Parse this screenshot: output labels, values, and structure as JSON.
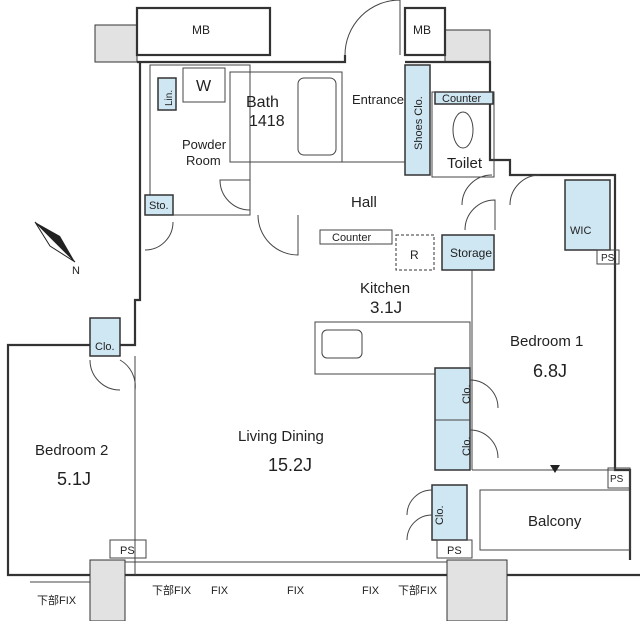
{
  "floor_plan": {
    "rooms": {
      "mb_left": "MB",
      "mb_right": "MB",
      "washer": "W",
      "linen": "Lin.",
      "bath": "Bath",
      "bath_size": "1418",
      "powder_room_1": "Powder",
      "powder_room_2": "Room",
      "storage_small": "Sto.",
      "entrance": "Entrance",
      "shoes_closet": "Shoes Clo.",
      "toilet_counter": "Counter",
      "toilet": "Toilet",
      "hall": "Hall",
      "hall_counter": "Counter",
      "refrigerator": "R",
      "storage": "Storage",
      "wic": "WIC",
      "ps_wic": "PS",
      "kitchen": "Kitchen",
      "kitchen_size": "3.1J",
      "bedroom1": "Bedroom 1",
      "bedroom1_size": "6.8J",
      "closet_b2": "Clo.",
      "bedroom2": "Bedroom 2",
      "bedroom2_size": "5.1J",
      "living_dining": "Living Dining",
      "living_dining_size": "15.2J",
      "closet_1": "Clo.",
      "closet_2": "Clo.",
      "closet_3": "Clo.",
      "ps_balcony": "PS",
      "balcony": "Balcony",
      "ps_left": "PS",
      "ps_right": "PS"
    },
    "windows": [
      "下部FIX",
      "下部FIX",
      "FIX",
      "FIX",
      "FIX",
      "下部FIX"
    ],
    "compass": "N"
  }
}
